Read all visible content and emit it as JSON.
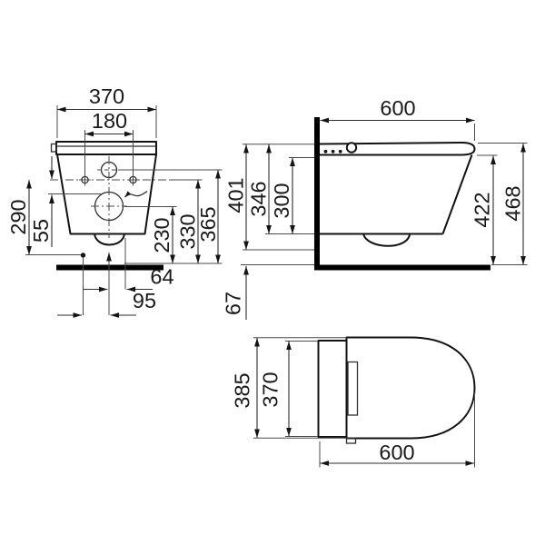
{
  "drawing": {
    "front_view": {
      "dims": {
        "overall_width": "370",
        "fixing_holes_spacing": "180",
        "height_290": "290",
        "offset_55": "55",
        "height_230": "230",
        "height_330": "330",
        "height_365": "365",
        "offset_64": "64",
        "offset_95": "95"
      }
    },
    "side_view": {
      "dims": {
        "depth_600": "600",
        "height_401": "401",
        "height_346": "346",
        "height_300": "300",
        "height_422": "422",
        "height_468": "468",
        "height_67": "67"
      }
    },
    "top_view": {
      "dims": {
        "width_385": "385",
        "width_370": "370",
        "depth_600": "600"
      }
    }
  }
}
